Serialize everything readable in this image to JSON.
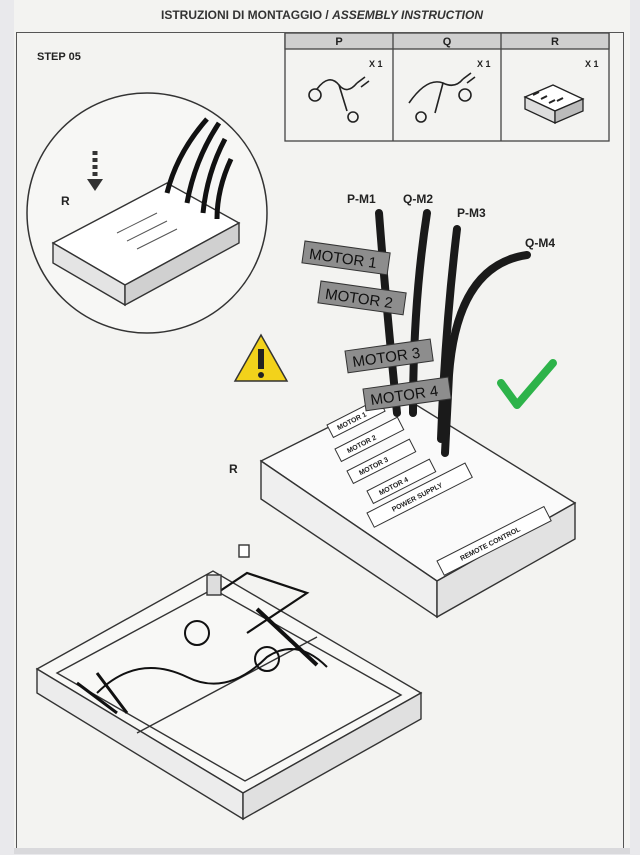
{
  "header": {
    "title_it": "ISTRUZIONI DI MONTAGGIO",
    "separator": " / ",
    "title_en": "ASSEMBLY INSTRUCTION"
  },
  "step": {
    "label": "STEP 05"
  },
  "parts_table": {
    "columns": [
      {
        "letter": "P",
        "qty": "X 1",
        "icon": "cable-harness-icon"
      },
      {
        "letter": "Q",
        "qty": "X 1",
        "icon": "cable-harness-icon"
      },
      {
        "letter": "R",
        "qty": "X 1",
        "icon": "control-box-icon"
      }
    ]
  },
  "detail": {
    "label": "R"
  },
  "main": {
    "part_label": "R",
    "cable_labels": [
      "P-M1",
      "Q-M2",
      "P-M3",
      "Q-M4"
    ],
    "tags": [
      "MOTOR 1",
      "MOTOR 2",
      "MOTOR 3",
      "MOTOR 4"
    ],
    "box_slots": [
      "MOTOR 1",
      "MOTOR 2",
      "MOTOR 3",
      "MOTOR 4",
      "POWER SUPPLY"
    ],
    "remote_label": "REMOTE CONTROL",
    "warning_icon": "warning-triangle-icon",
    "check_icon": "green-checkmark-icon",
    "check_color": "#2db34a",
    "warning_color": "#f2d21b"
  }
}
